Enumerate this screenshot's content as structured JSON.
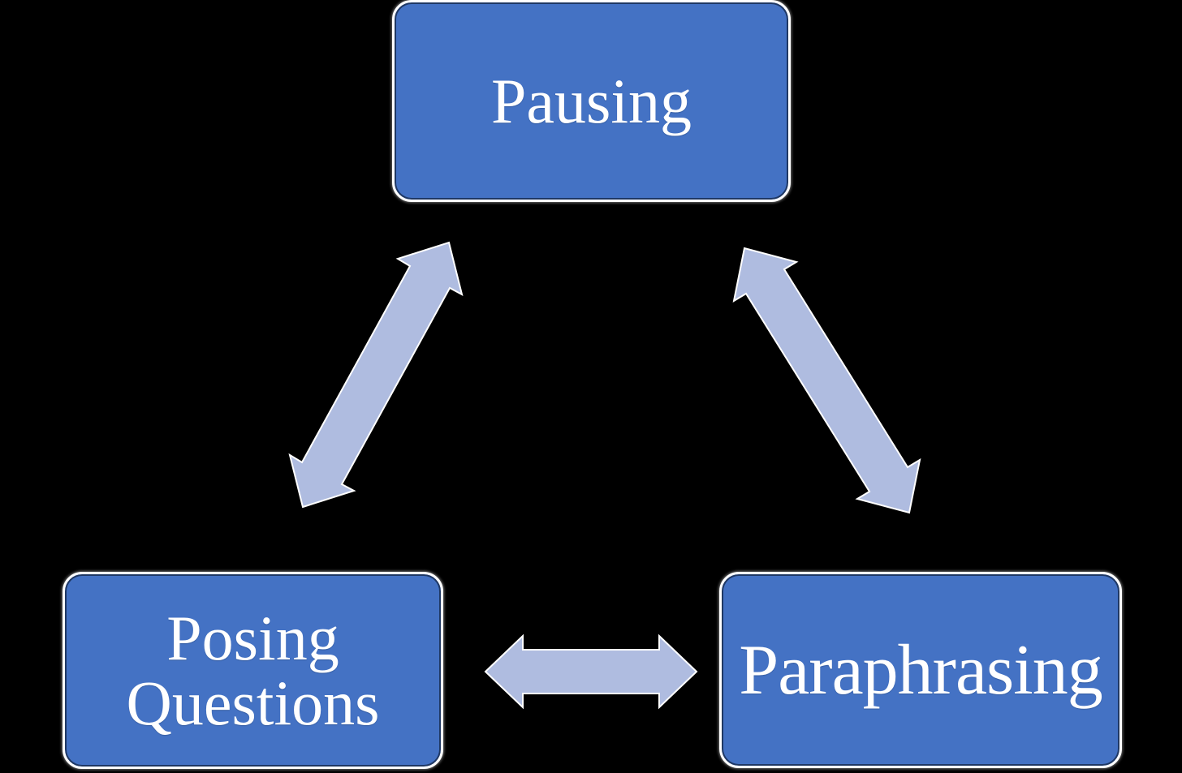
{
  "diagram": {
    "type": "cycle",
    "nodes": [
      {
        "id": "pausing",
        "label": "Pausing"
      },
      {
        "id": "posing-questions",
        "label": "Posing Questions"
      },
      {
        "id": "paraphrasing",
        "label": "Paraphrasing"
      }
    ],
    "connectors": [
      {
        "id": "pausing-posing-questions",
        "from": "Pausing",
        "to": "Posing Questions",
        "style": "double-headed-arrow"
      },
      {
        "id": "pausing-paraphrasing",
        "from": "Pausing",
        "to": "Paraphrasing",
        "style": "double-headed-arrow"
      },
      {
        "id": "posing-questions-paraphrasing",
        "from": "Posing Questions",
        "to": "Paraphrasing",
        "style": "double-headed-arrow"
      }
    ]
  },
  "colors": {
    "background": "#000000",
    "node_fill": "#4472c4",
    "node_border": "#ffffff",
    "node_inner_edge": "#1f3864",
    "node_text": "#ffffff",
    "arrow_fill": "#afbce0",
    "arrow_stroke": "#ffffff"
  }
}
